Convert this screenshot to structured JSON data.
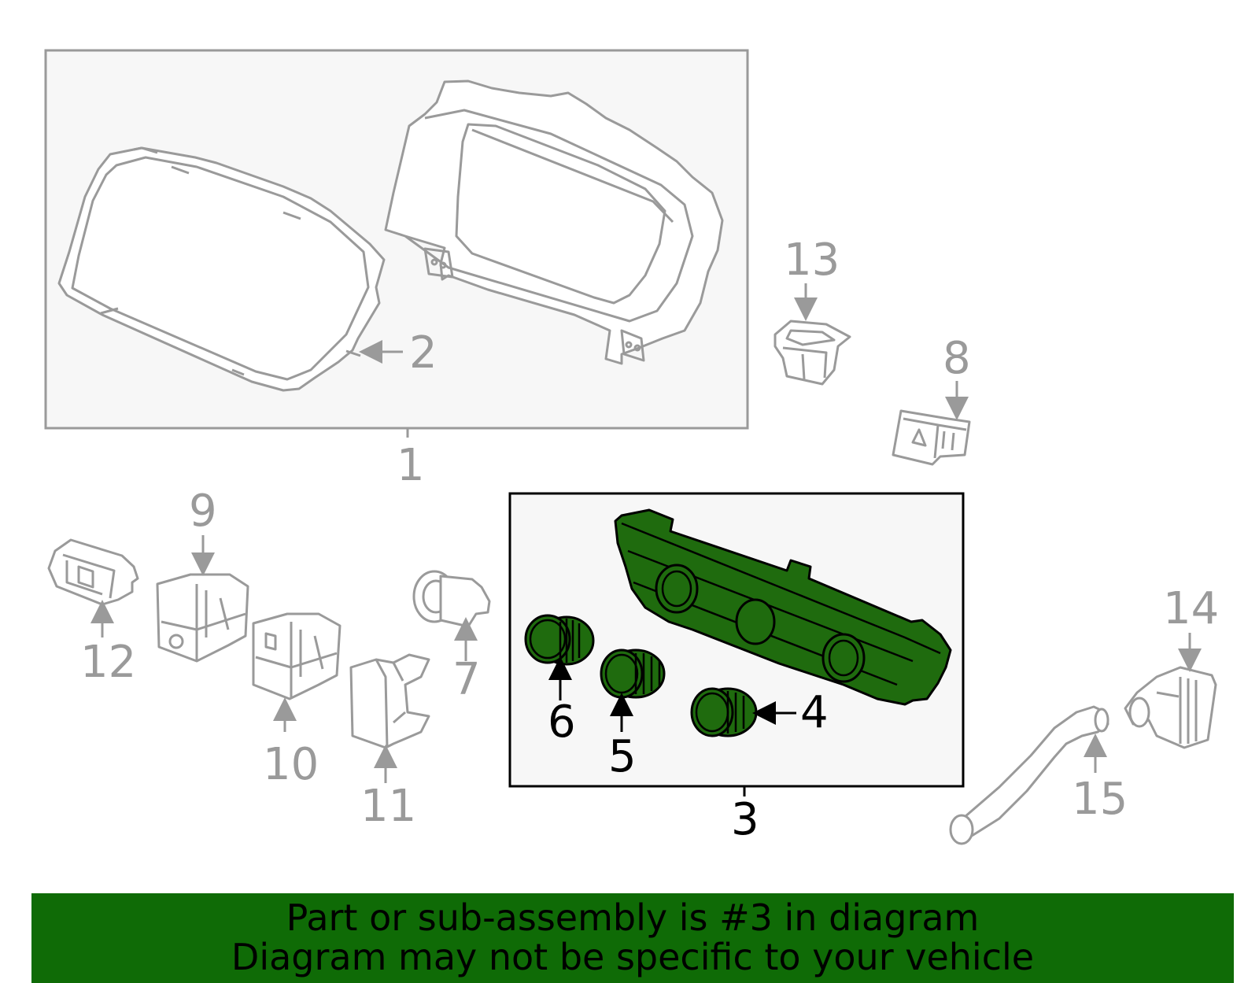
{
  "callouts": {
    "c1": "1",
    "c2": "2",
    "c3": "3",
    "c4": "4",
    "c5": "5",
    "c6": "6",
    "c7": "7",
    "c8": "8",
    "c9": "9",
    "c10": "10",
    "c11": "11",
    "c12": "12",
    "c13": "13",
    "c14": "14",
    "c15": "15"
  },
  "banner": {
    "line1": "Part or sub-assembly is #3 in diagram",
    "line2": "Diagram may not be specific to your vehicle"
  },
  "colors": {
    "highlight_green": "#1f6b0e",
    "banner_green": "#0f6b06",
    "inactive_grey": "#9a9a9a",
    "box_fill": "#f7f7f7"
  }
}
